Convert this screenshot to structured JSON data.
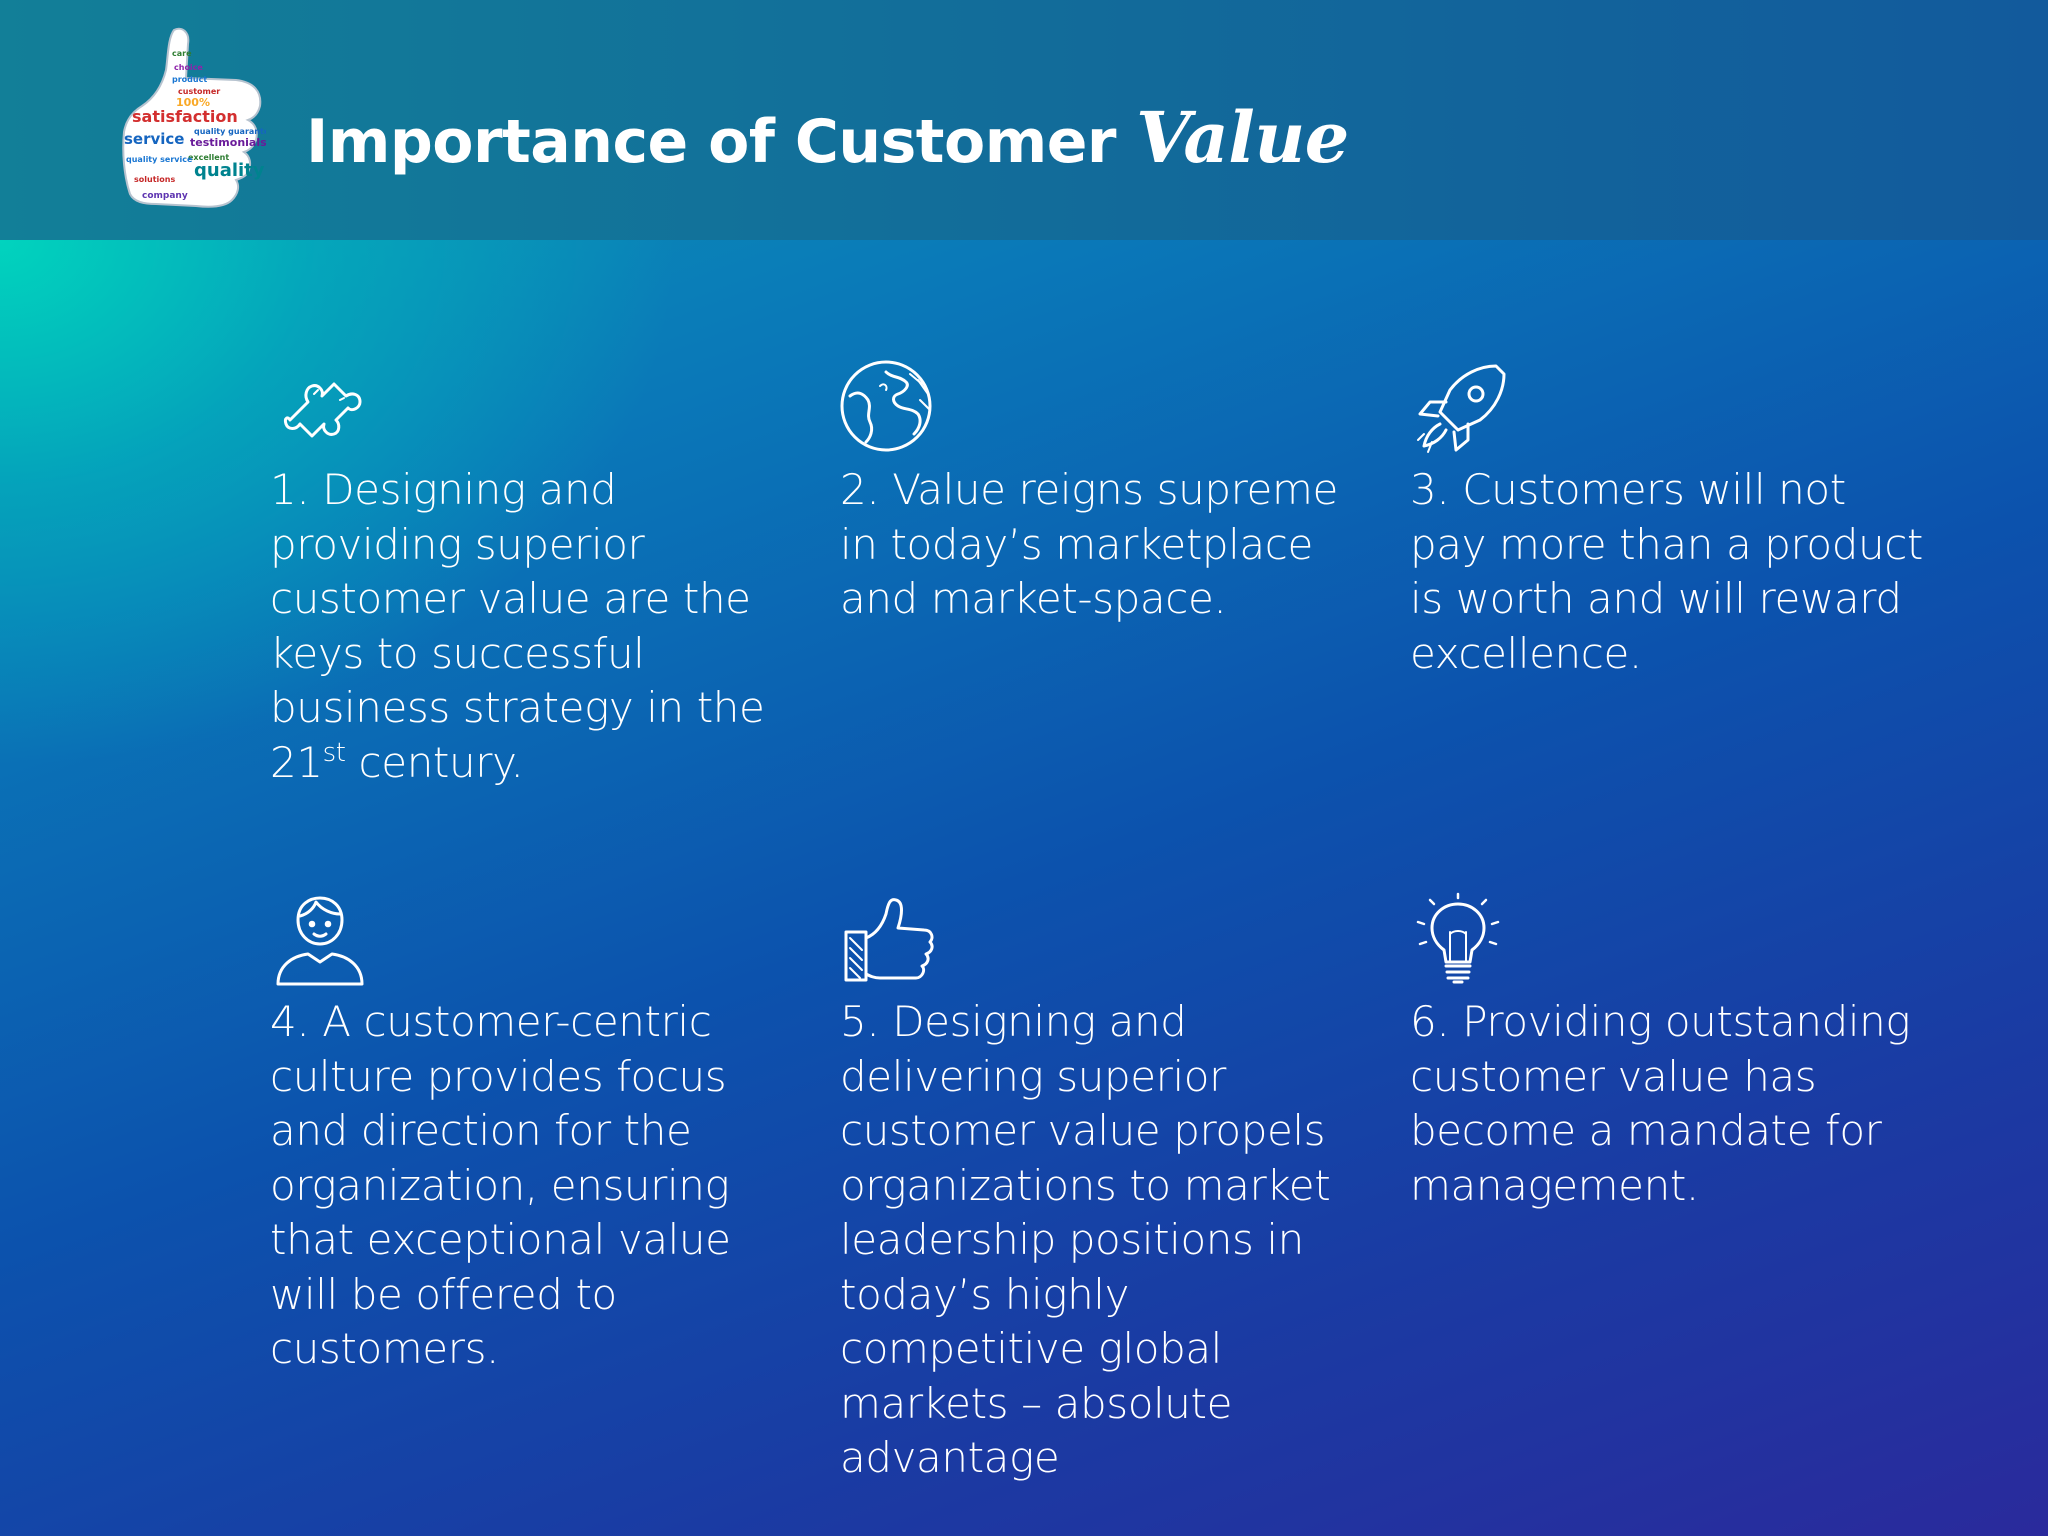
{
  "header": {
    "title_main": "Importance of Customer",
    "title_accent": "Value",
    "logo_icon": "thumbs-up-word-cloud-icon",
    "logo_words": [
      "satisfaction",
      "service",
      "testimonials",
      "quality",
      "care",
      "choice",
      "product",
      "customer",
      "100%",
      "quality guarantee",
      "excellent",
      "solutions",
      "company"
    ]
  },
  "items": [
    {
      "icon": "puzzle-piece-icon",
      "text_before_sup": "1. Designing and providing superior customer value are the keys to successful business strategy in the 21",
      "sup": "st",
      "text_after_sup": " century."
    },
    {
      "icon": "globe-icon",
      "text": "2. Value reigns supreme in today’s marketplace and market-space."
    },
    {
      "icon": "rocket-icon",
      "text": "3. Customers will not pay more than a product is worth and will reward excellence."
    },
    {
      "icon": "person-icon",
      "text": "4. A customer-centric culture provides focus and direction for the organization, ensuring that exceptional value will be offered to customers."
    },
    {
      "icon": "thumbs-up-icon",
      "text": "5. Designing and delivering superior customer value propels organizations to market leadership positions in today’s highly competitive global markets – absolute advantage"
    },
    {
      "icon": "light-bulb-icon",
      "text": "6. Providing outstanding customer value has become a mandate for management."
    }
  ],
  "colors": {
    "header_bg": "#127f98",
    "bg_top_left": "#00d7be",
    "bg_bottom_right": "#2a2a9c",
    "text": "#ffffff"
  }
}
